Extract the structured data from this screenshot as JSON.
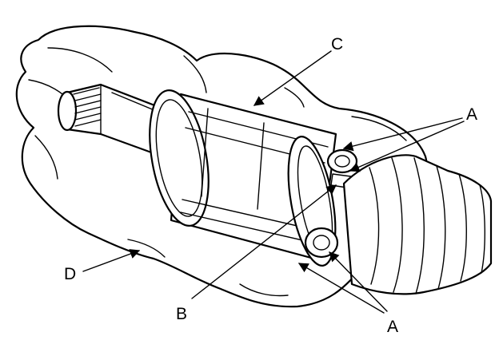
{
  "labels": {
    "a_top": "A",
    "a_bottom": "A",
    "b": "B",
    "c": "C",
    "d": "D"
  }
}
